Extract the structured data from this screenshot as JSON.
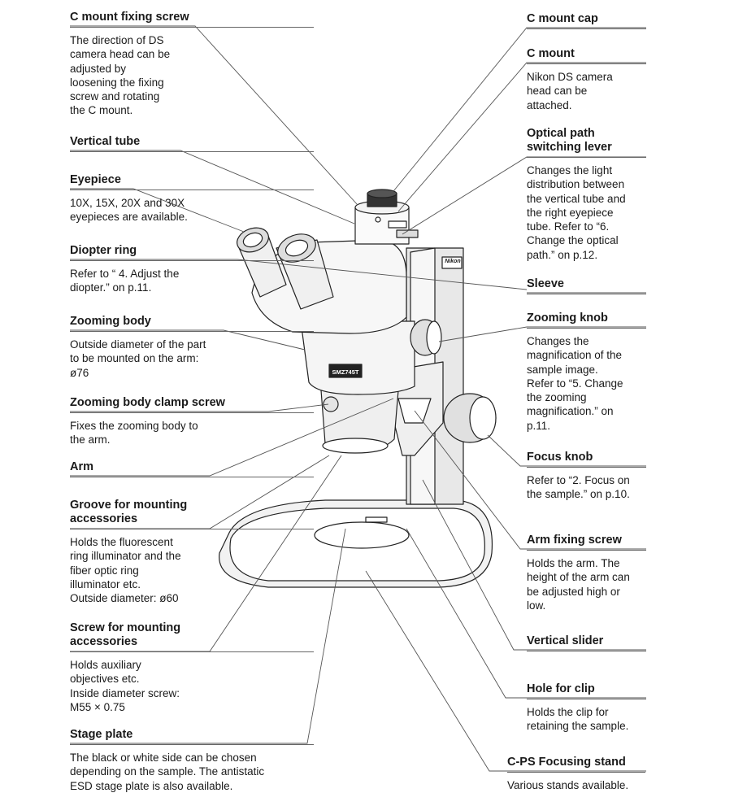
{
  "labels": [
    {
      "id": "c-mount-fixing-screw",
      "side": "left",
      "title": "C mount fixing screw",
      "desc": "The direction of DS\ncamera head can be\nadjusted by\nloosening the fixing\nscrew and rotating\nthe C mount."
    },
    {
      "id": "vertical-tube",
      "side": "left",
      "title": "Vertical tube",
      "desc": ""
    },
    {
      "id": "eyepiece",
      "side": "left",
      "title": "Eyepiece",
      "desc": "10X, 15X, 20X and 30X\neyepieces are available."
    },
    {
      "id": "diopter-ring",
      "side": "left",
      "title": "Diopter ring",
      "desc": "Refer to “ 4. Adjust the\ndiopter.” on p.11."
    },
    {
      "id": "zooming-body",
      "side": "left",
      "title": "Zooming body",
      "desc": "Outside diameter of the part\nto be mounted on the arm:\nø76"
    },
    {
      "id": "zooming-body-clamp-screw",
      "side": "left",
      "title": "Zooming body clamp screw",
      "desc": "Fixes the zooming body to\nthe arm."
    },
    {
      "id": "arm",
      "side": "left",
      "title": "Arm",
      "desc": ""
    },
    {
      "id": "groove-for-mounting-accessories",
      "side": "left",
      "title": "Groove for mounting\naccessories",
      "desc": "Holds the fluorescent\nring illuminator and the\nfiber optic ring\nilluminator etc.\nOutside diameter: ø60"
    },
    {
      "id": "screw-for-mounting-accessories",
      "side": "left",
      "title": "Screw for mounting\naccessories",
      "desc": "Holds auxiliary\nobjectives  etc.\nInside diameter screw:\nM55 × 0.75"
    },
    {
      "id": "stage-plate",
      "side": "left",
      "title": "Stage plate",
      "desc": "The black or white side can be chosen\ndepending on the sample.  The antistatic\nESD stage plate is also available."
    },
    {
      "id": "c-mount-cap",
      "side": "right",
      "title": "C mount cap",
      "desc": ""
    },
    {
      "id": "c-mount",
      "side": "right",
      "title": "C mount",
      "desc": "Nikon DS camera\nhead can be\nattached."
    },
    {
      "id": "optical-path-switching-lever",
      "side": "right",
      "title": "Optical path\nswitching lever",
      "desc": "Changes the light\ndistribution between\nthe vertical tube and\nthe right eyepiece\ntube. Refer to “6.\nChange the optical\npath.” on p.12."
    },
    {
      "id": "sleeve",
      "side": "right",
      "title": "Sleeve",
      "desc": ""
    },
    {
      "id": "zooming-knob",
      "side": "right",
      "title": "Zooming knob",
      "desc": "Changes the\nmagnification of the\nsample image.\nRefer to “5. Change\nthe zooming\nmagnification.” on\np.11."
    },
    {
      "id": "focus-knob",
      "side": "right",
      "title": "Focus knob",
      "desc": "Refer to “2. Focus on\nthe sample.” on p.10."
    },
    {
      "id": "arm-fixing-screw",
      "side": "right",
      "title": "Arm fixing screw",
      "desc": "Holds the arm. The\nheight of the arm can\nbe adjusted high or\nlow."
    },
    {
      "id": "vertical-slider",
      "side": "right",
      "title": "Vertical slider",
      "desc": ""
    },
    {
      "id": "hole-for-clip",
      "side": "right",
      "title": "Hole for clip",
      "desc": "Holds the clip for\nretaining the sample."
    },
    {
      "id": "c-ps-focusing-stand",
      "side": "right",
      "title": "C-PS Focusing stand",
      "desc": "Various stands available."
    }
  ],
  "brand": {
    "logo_text": "Nikon",
    "model_text": "SMZ745T"
  }
}
